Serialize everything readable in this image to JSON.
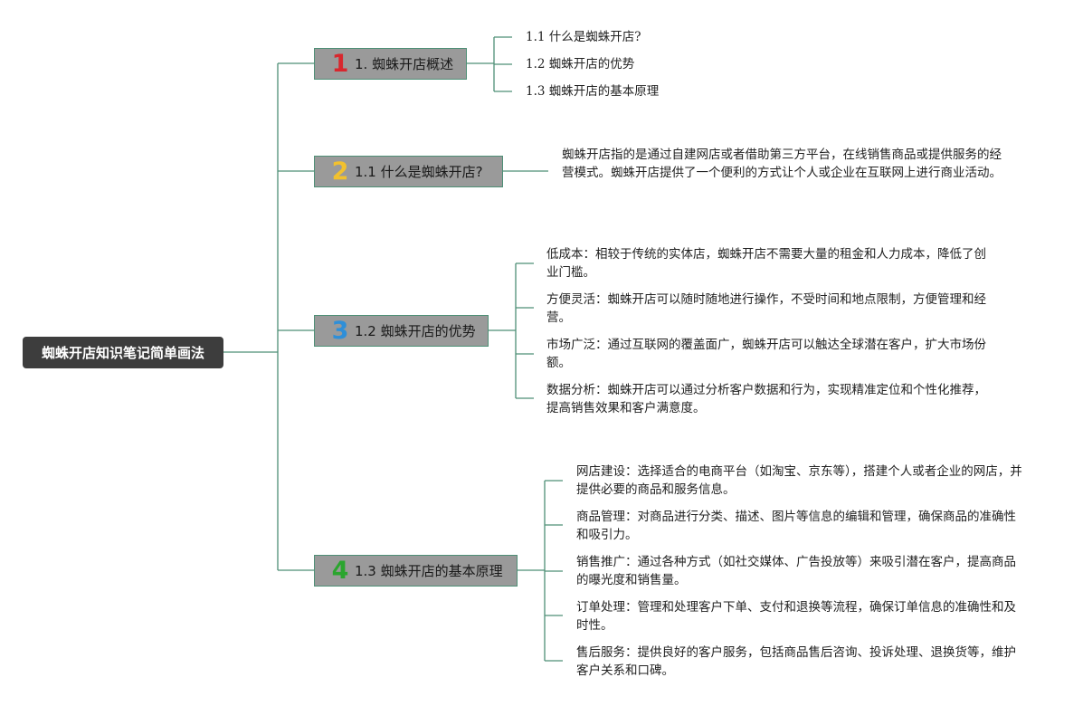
{
  "root": {
    "title": "蜘蛛开店知识笔记简单画法"
  },
  "branches": [
    {
      "badge": "1",
      "badge_color": "#d8272e",
      "title": "1. 蜘蛛开店概述",
      "children": [
        "1.1 什么是蜘蛛开店?",
        "1.2 蜘蛛开店的优势",
        "1.3 蜘蛛开店的基本原理"
      ]
    },
    {
      "badge": "2",
      "badge_color": "#f2c12e",
      "title": "1.1 什么是蜘蛛开店?",
      "children": [
        "蜘蛛开店指的是通过自建网店或者借助第三方平台，在线销售商品或提供服务的经营模式。蜘蛛开店提供了一个便利的方式让个人或企业在互联网上进行商业活动。"
      ]
    },
    {
      "badge": "3",
      "badge_color": "#2f8fd8",
      "title": "1.2 蜘蛛开店的优势",
      "children": [
        "低成本：相较于传统的实体店，蜘蛛开店不需要大量的租金和人力成本，降低了创业门槛。",
        "方便灵活：蜘蛛开店可以随时随地进行操作，不受时间和地点限制，方便管理和经营。",
        "市场广泛：通过互联网的覆盖面广，蜘蛛开店可以触达全球潜在客户，扩大市场份额。",
        "数据分析：蜘蛛开店可以通过分析客户数据和行为，实现精准定位和个性化推荐，提高销售效果和客户满意度。"
      ]
    },
    {
      "badge": "4",
      "badge_color": "#2aa52e",
      "title": "1.3 蜘蛛开店的基本原理",
      "children": [
        "网店建设：选择适合的电商平台（如淘宝、京东等），搭建个人或者企业的网店，并提供必要的商品和服务信息。",
        "商品管理：对商品进行分类、描述、图片等信息的编辑和管理，确保商品的准确性和吸引力。",
        "销售推广：通过各种方式（如社交媒体、广告投放等）来吸引潜在客户，提高商品的曝光度和销售量。",
        "订单处理：管理和处理客户下单、支付和退换等流程，确保订单信息的准确性和及时性。",
        "售后服务：提供良好的客户服务，包括商品售后咨询、投诉处理、退换货等，维护客户关系和口碑。"
      ]
    }
  ],
  "colors": {
    "connector": "#4e8f76",
    "leaf_connector": "#9cc1b3",
    "root_bg": "#3d3d3d",
    "branch_bg": "#9a9a9a"
  }
}
